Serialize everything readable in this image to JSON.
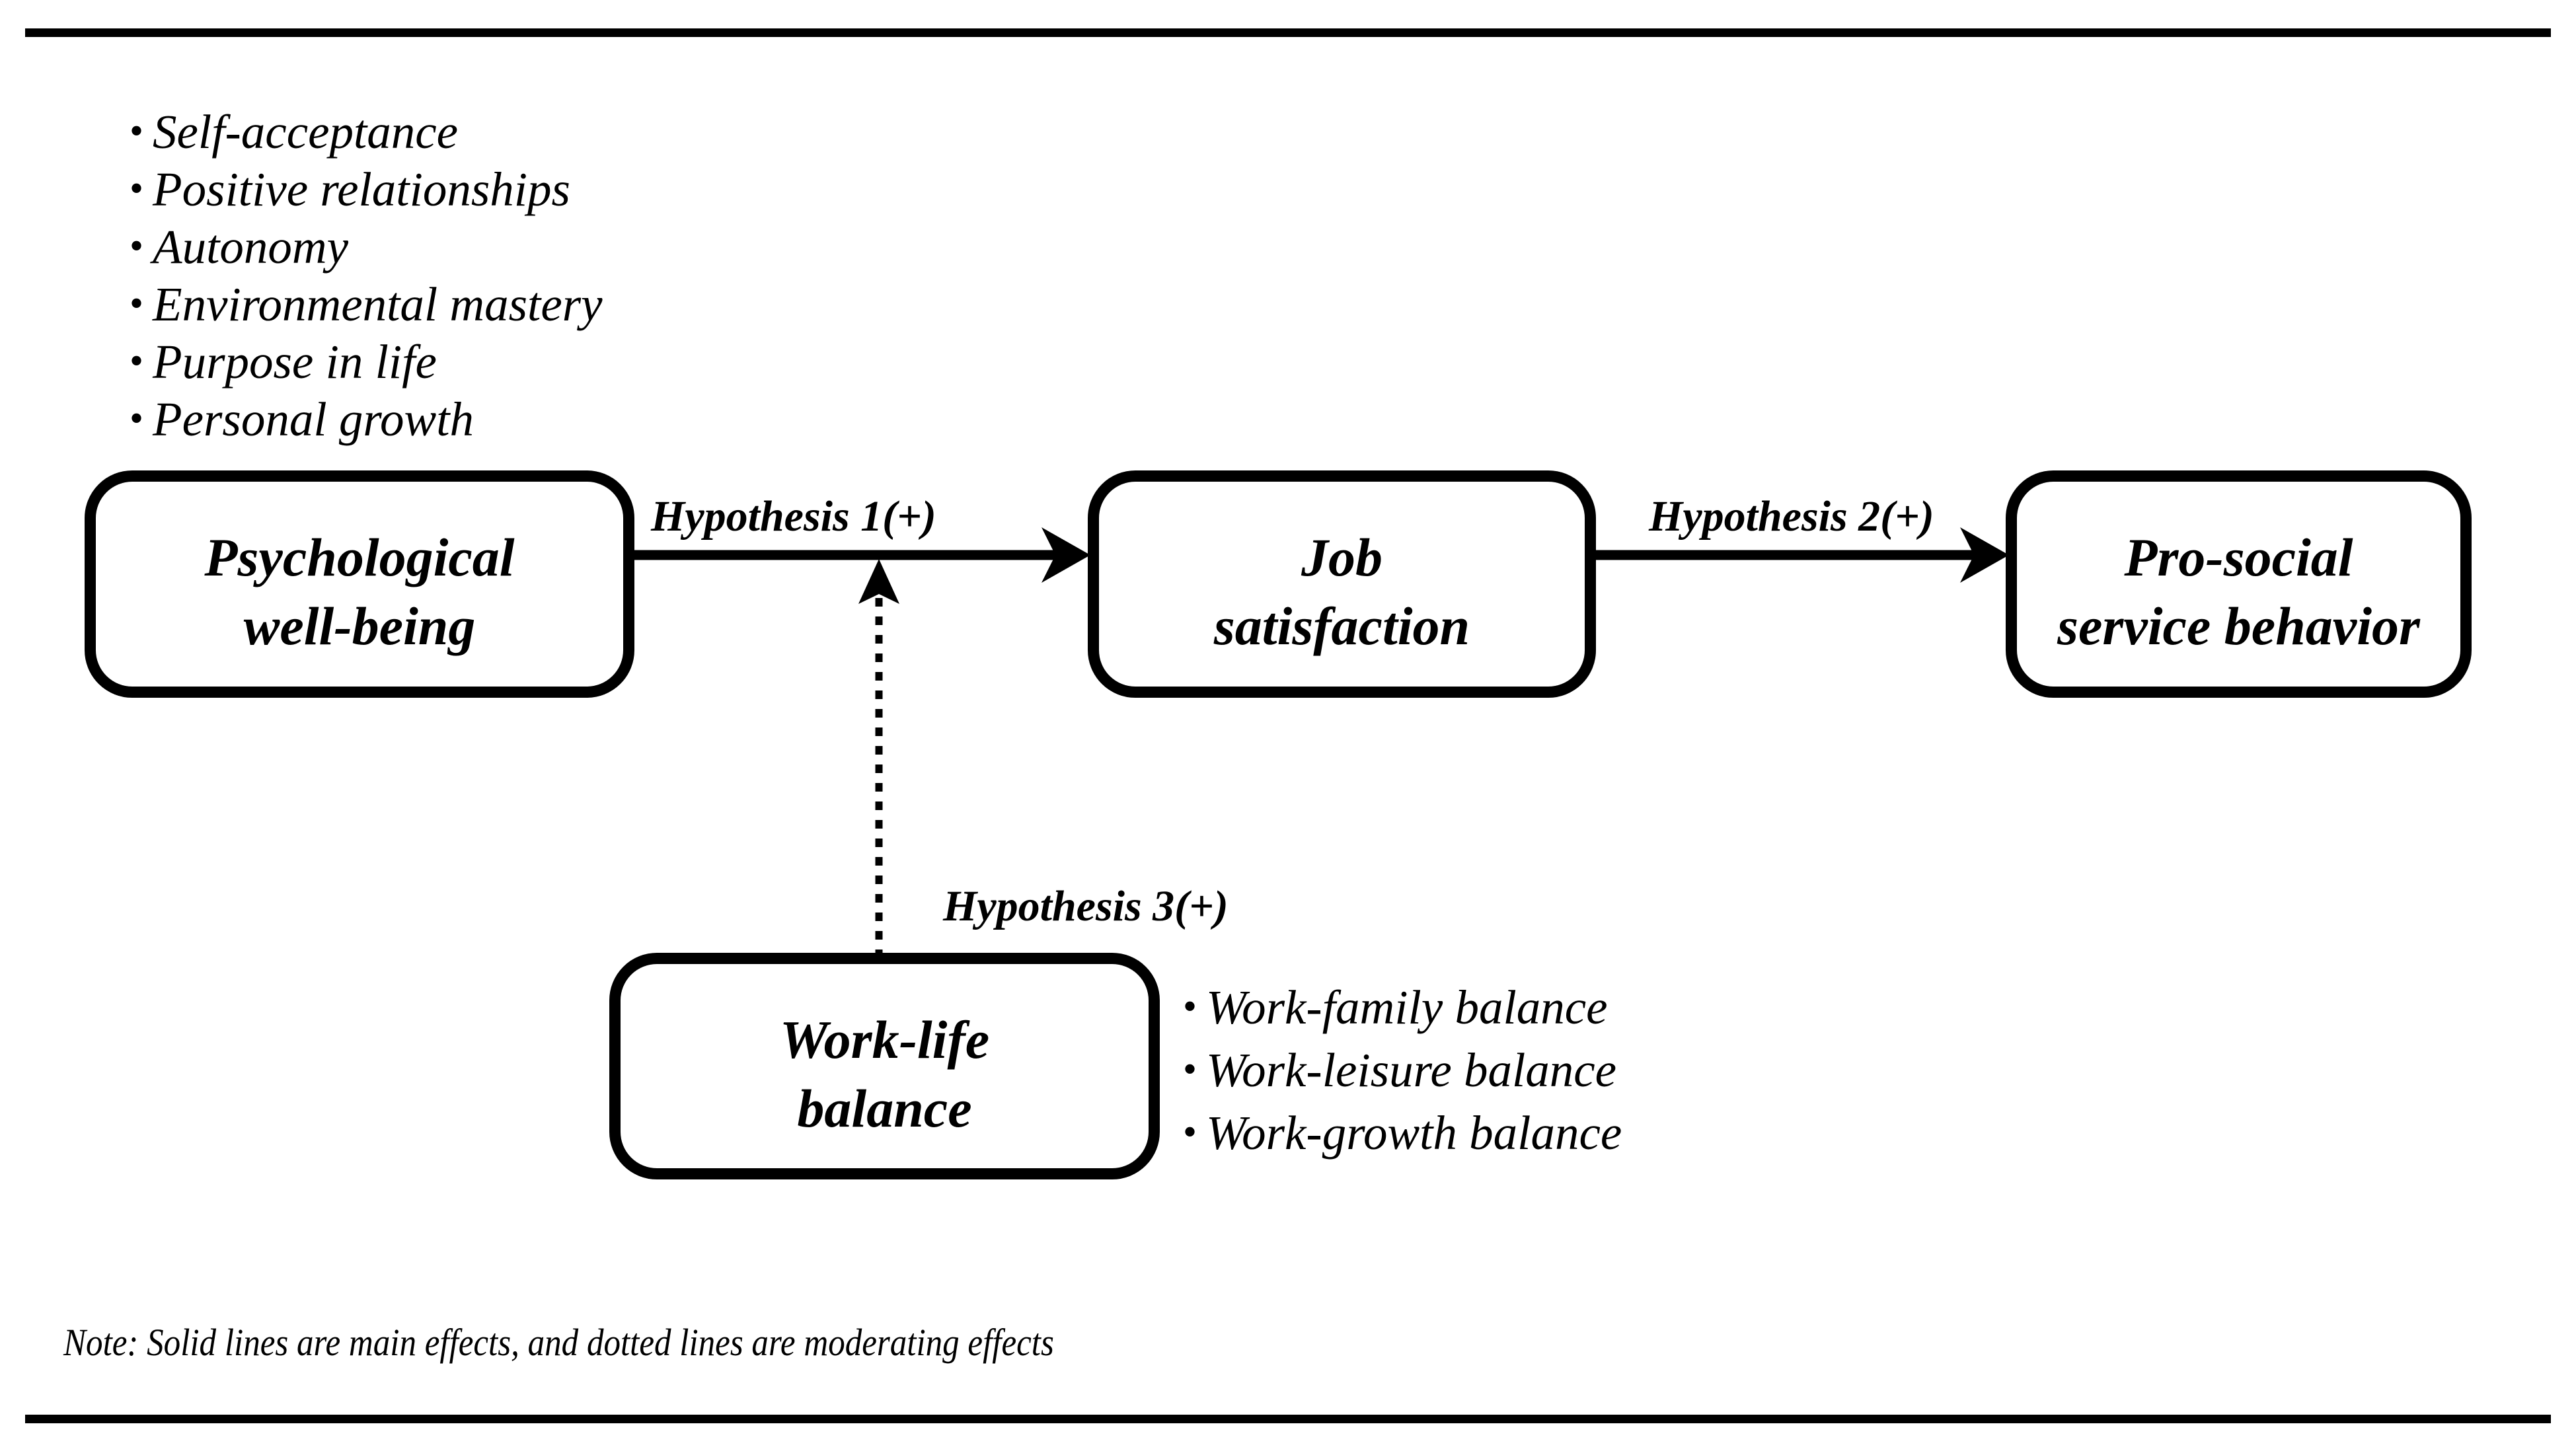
{
  "glyphs": {
    "bullet": "•"
  },
  "colors": {
    "ink": "#000000",
    "background": "#ffffff"
  },
  "boxes": {
    "psychological_wellbeing": {
      "line1": "Psychological",
      "line2": "well-being"
    },
    "job_satisfaction": {
      "line1": "Job",
      "line2": "satisfaction"
    },
    "prosocial_service_behavior": {
      "line1": "Pro-social",
      "line2": "service behavior"
    },
    "work_life_balance": {
      "line1": "Work-life",
      "line2": "balance"
    }
  },
  "labels": {
    "hypothesis1": "Hypothesis 1(+)",
    "hypothesis2": "Hypothesis 2(+)",
    "hypothesis3": "Hypothesis 3(+)"
  },
  "lists": {
    "wellbeing_dimensions": [
      "Self-acceptance",
      "Positive relationships",
      "Autonomy",
      "Environmental mastery",
      "Purpose in life",
      "Personal growth"
    ],
    "balance_dimensions": [
      "Work-family balance",
      "Work-leisure balance",
      "Work-growth balance"
    ]
  },
  "note": "Note:  Solid lines are main effects, and dotted lines are moderating effects"
}
